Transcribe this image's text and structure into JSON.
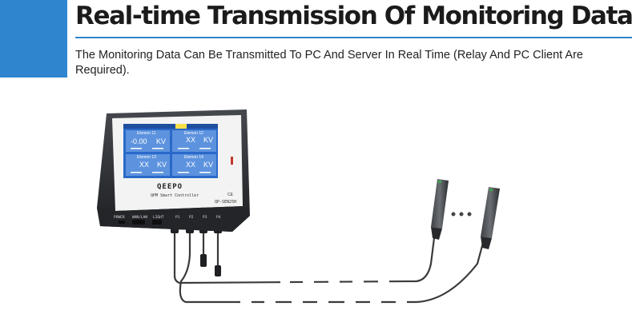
{
  "header": {
    "title": "Real-time Transmission Of Monitoring Data",
    "subtitle": "The Monitoring Data Can Be Transmitted To PC And Server In Real Time (Relay And PC Client Are Required)."
  },
  "controller": {
    "brand": "QEEPO",
    "model_name": "QPM Smart Controller",
    "model_code": "QP-SEN25H",
    "cert_mark": "CE",
    "port_labels": [
      "POWER",
      "WAN/LAN",
      "LIGHT",
      "P1",
      "P2",
      "P3",
      "P4"
    ],
    "screen_tiles": [
      {
        "name": "Elemon 11",
        "value": "-0.00",
        "unit": "KV"
      },
      {
        "name": "Elemon 12",
        "value": "XX",
        "unit": "KV"
      },
      {
        "name": "Elemon 13",
        "value": "XX",
        "unit": "KV"
      },
      {
        "name": "Elemon 14",
        "value": "XX",
        "unit": "KV"
      }
    ]
  },
  "colors": {
    "accent": "#2f86cf",
    "screen": "#2a69c9",
    "tile": "#5d93de",
    "housing": "#2b2d31",
    "panel": "#f3f3f3",
    "cable": "#3a3a3a"
  }
}
